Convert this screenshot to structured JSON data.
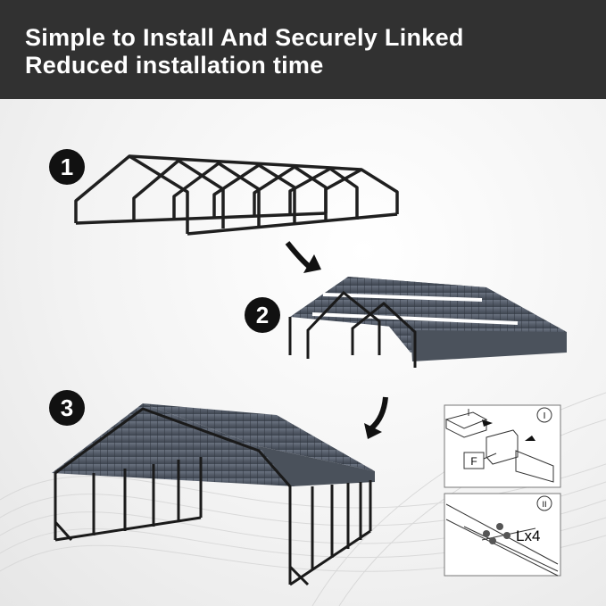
{
  "header": {
    "line1": "Simple to Install And Securely Linked",
    "line2": "Reduced installation time"
  },
  "steps": [
    "1",
    "2",
    "3"
  ],
  "details": {
    "panel1_roman": "I",
    "panel1_part": "F",
    "panel2_roman": "II",
    "panel2_qty": "Lx4"
  },
  "colors": {
    "header_bg": "#313131",
    "frame": "#1f1f1f",
    "roof": "#4e5663",
    "badge": "#111111"
  }
}
